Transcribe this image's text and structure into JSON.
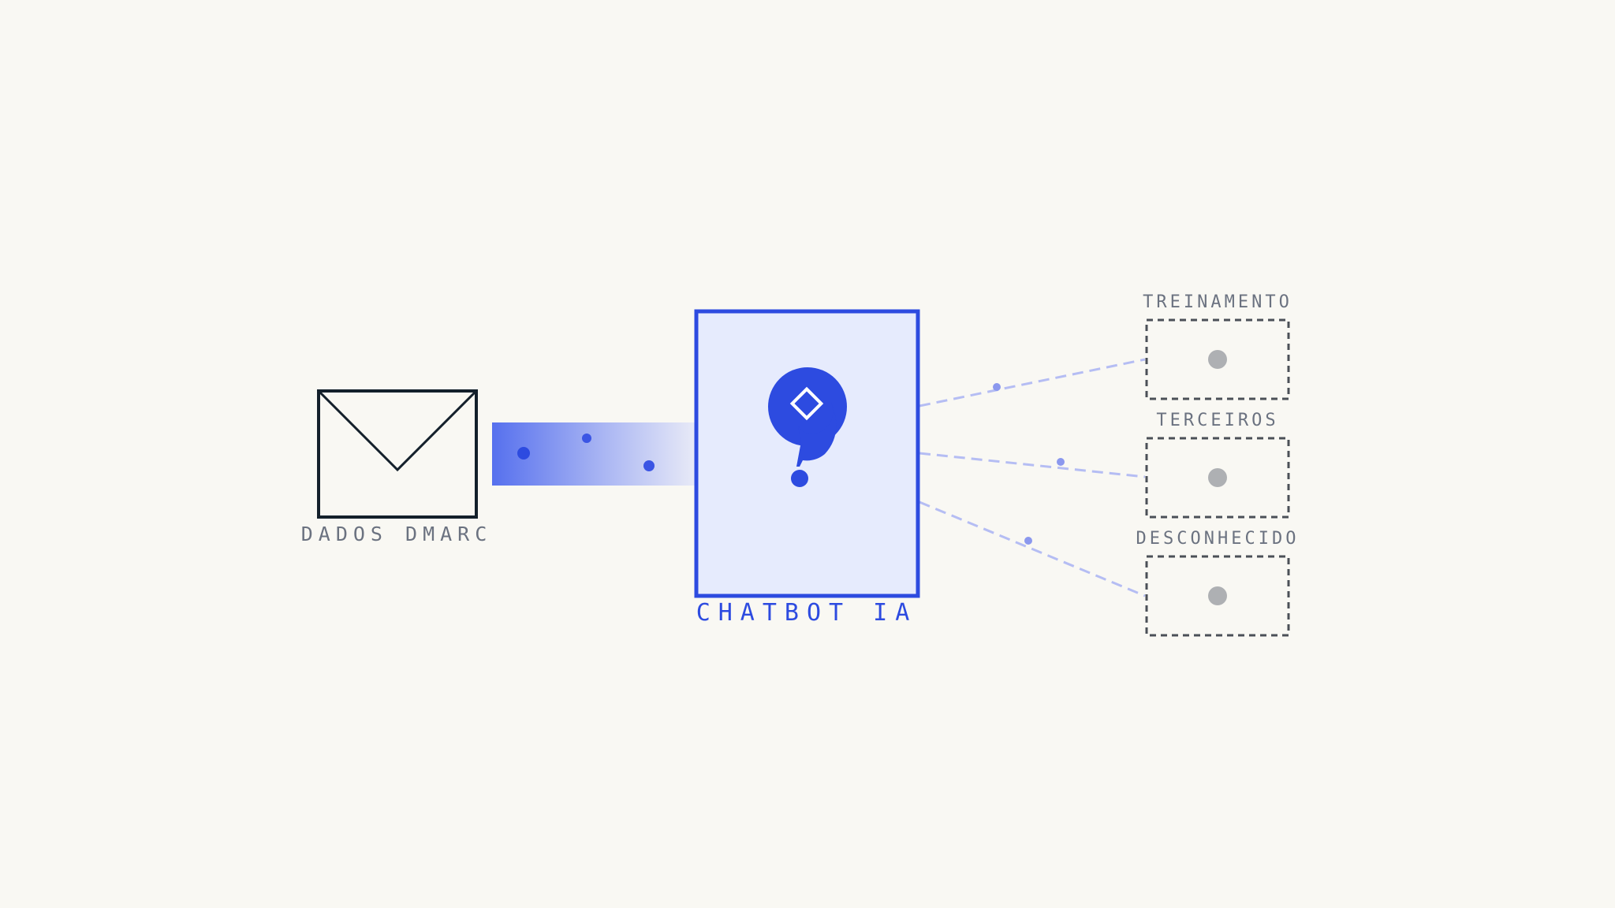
{
  "source": {
    "label": "DADOS DMARC",
    "icon": "envelope-icon"
  },
  "processor": {
    "label": "CHATBOT IA",
    "icon": "question-bubble-icon",
    "accent": "#2d4be0",
    "fill": "#e6ebfd"
  },
  "outputs": [
    {
      "label": "TREINAMENTO"
    },
    {
      "label": "TERCEIROS"
    },
    {
      "label": "DESCONHECIDO"
    }
  ],
  "colors": {
    "background": "#f9f8f3",
    "ink": "#111827",
    "muted": "#6b7280",
    "accent": "#2d4be0",
    "connector": "#b5bdf3",
    "placeholder_dot": "#aeb0b3",
    "dashed_border": "#4b5057"
  }
}
